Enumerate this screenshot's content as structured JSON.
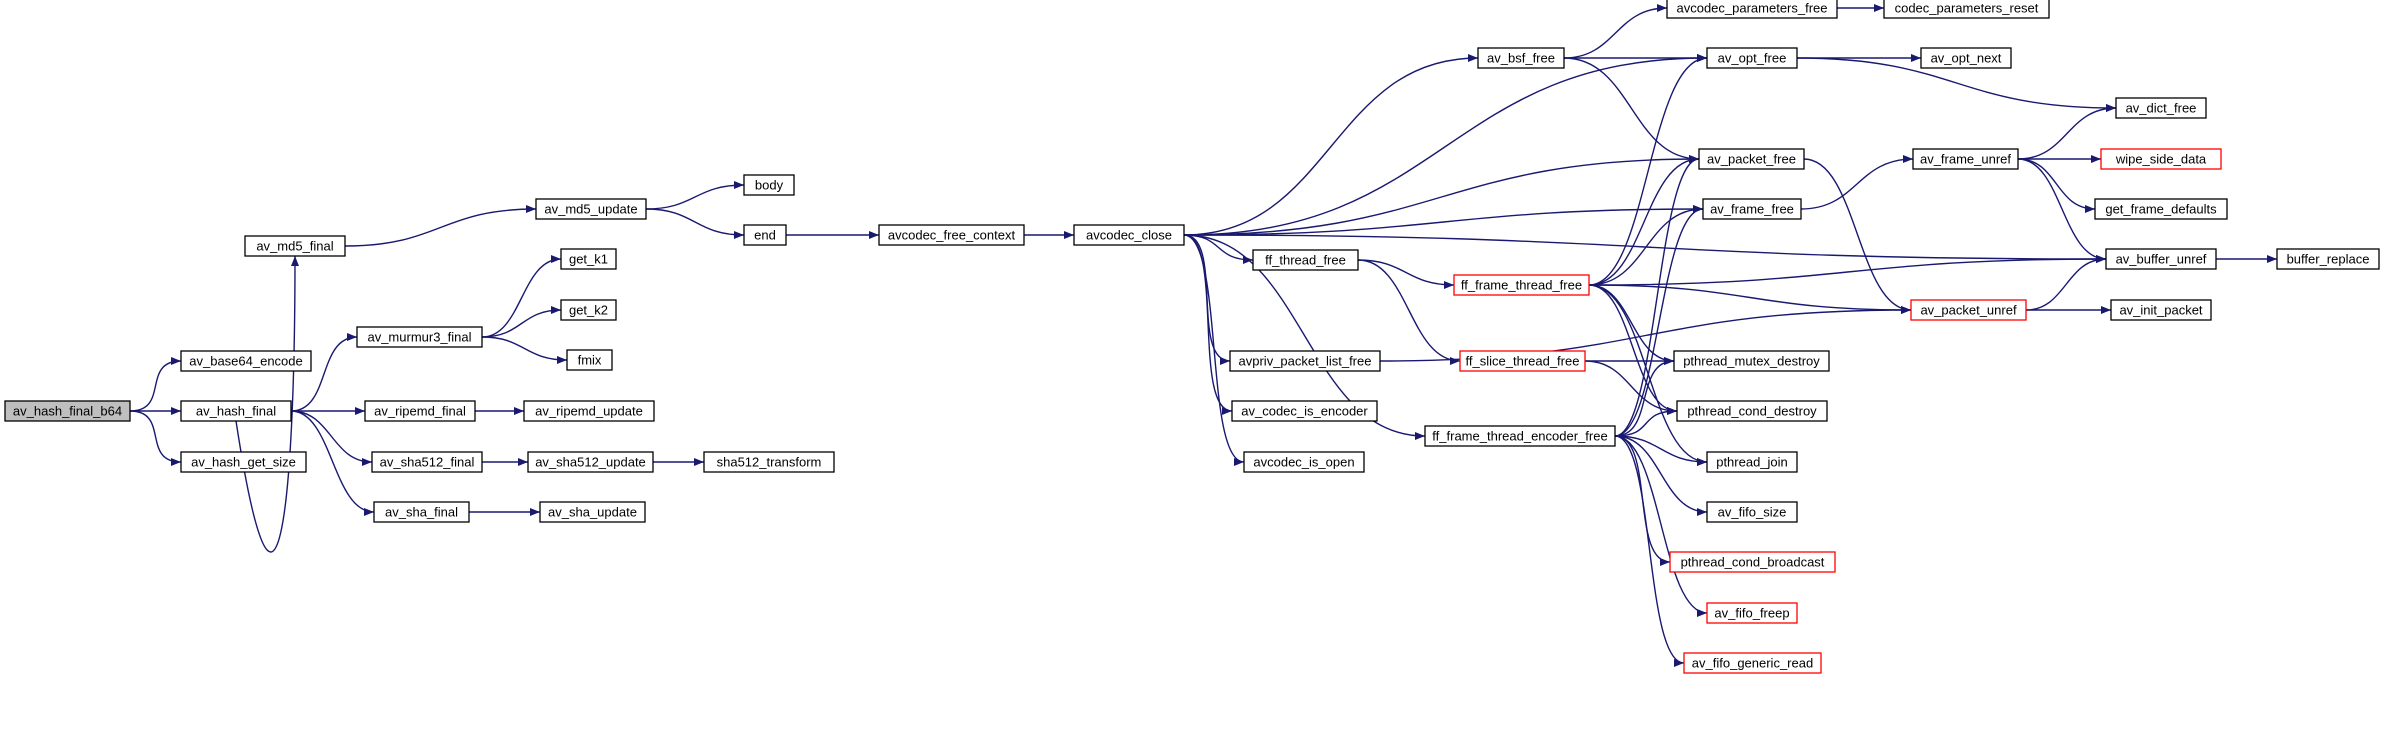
{
  "colors": {
    "edge": "#191970",
    "node_border": "#000000",
    "truncated_border": "#ff0000",
    "root_fill": "#bfbfbf",
    "node_fill": "#ffffff"
  },
  "nodes": {
    "av_hash_final_b64": {
      "label": "av_hash_final_b64",
      "root": true
    },
    "av_base64_encode": {
      "label": "av_base64_encode"
    },
    "av_hash_final": {
      "label": "av_hash_final"
    },
    "av_hash_get_size": {
      "label": "av_hash_get_size"
    },
    "av_md5_final": {
      "label": "av_md5_final"
    },
    "av_murmur3_final": {
      "label": "av_murmur3_final"
    },
    "av_ripemd_final": {
      "label": "av_ripemd_final"
    },
    "av_sha512_final": {
      "label": "av_sha512_final"
    },
    "av_sha_final": {
      "label": "av_sha_final"
    },
    "av_md5_update": {
      "label": "av_md5_update"
    },
    "body": {
      "label": "body"
    },
    "end": {
      "label": "end"
    },
    "get_k1": {
      "label": "get_k1"
    },
    "get_k2": {
      "label": "get_k2"
    },
    "fmix": {
      "label": "fmix"
    },
    "av_ripemd_update": {
      "label": "av_ripemd_update"
    },
    "av_sha512_update": {
      "label": "av_sha512_update"
    },
    "sha512_transform": {
      "label": "sha512_transform"
    },
    "av_sha_update": {
      "label": "av_sha_update"
    },
    "avcodec_free_context": {
      "label": "avcodec_free_context"
    },
    "avcodec_close": {
      "label": "avcodec_close"
    },
    "av_bsf_free": {
      "label": "av_bsf_free"
    },
    "ff_thread_free": {
      "label": "ff_thread_free"
    },
    "avpriv_packet_list_free": {
      "label": "avpriv_packet_list_free"
    },
    "av_codec_is_encoder": {
      "label": "av_codec_is_encoder"
    },
    "avcodec_is_open": {
      "label": "avcodec_is_open"
    },
    "ff_frame_thread_free": {
      "label": "ff_frame_thread_free",
      "truncated": true
    },
    "ff_slice_thread_free": {
      "label": "ff_slice_thread_free",
      "truncated": true
    },
    "ff_frame_thread_encoder_free": {
      "label": "ff_frame_thread_encoder_free"
    },
    "avcodec_parameters_free": {
      "label": "avcodec_parameters_free"
    },
    "codec_parameters_reset": {
      "label": "codec_parameters_reset"
    },
    "av_opt_free": {
      "label": "av_opt_free"
    },
    "av_opt_next": {
      "label": "av_opt_next"
    },
    "av_packet_free": {
      "label": "av_packet_free"
    },
    "av_frame_free": {
      "label": "av_frame_free"
    },
    "pthread_mutex_destroy": {
      "label": "pthread_mutex_destroy"
    },
    "pthread_cond_destroy": {
      "label": "pthread_cond_destroy"
    },
    "pthread_join": {
      "label": "pthread_join"
    },
    "av_fifo_size": {
      "label": "av_fifo_size"
    },
    "pthread_cond_broadcast": {
      "label": "pthread_cond_broadcast",
      "truncated": true
    },
    "av_fifo_freep": {
      "label": "av_fifo_freep",
      "truncated": true
    },
    "av_fifo_generic_read": {
      "label": "av_fifo_generic_read",
      "truncated": true
    },
    "av_frame_unref": {
      "label": "av_frame_unref"
    },
    "av_dict_free": {
      "label": "av_dict_free"
    },
    "wipe_side_data": {
      "label": "wipe_side_data",
      "truncated": true
    },
    "get_frame_defaults": {
      "label": "get_frame_defaults"
    },
    "av_buffer_unref": {
      "label": "av_buffer_unref"
    },
    "buffer_replace": {
      "label": "buffer_replace"
    },
    "av_packet_unref": {
      "label": "av_packet_unref",
      "truncated": true
    },
    "av_init_packet": {
      "label": "av_init_packet"
    }
  },
  "edges": [
    [
      "av_hash_final_b64",
      "av_base64_encode"
    ],
    [
      "av_hash_final_b64",
      "av_hash_final"
    ],
    [
      "av_hash_final_b64",
      "av_hash_get_size"
    ],
    [
      "av_hash_final",
      "av_md5_final"
    ],
    [
      "av_hash_final",
      "av_murmur3_final"
    ],
    [
      "av_hash_final",
      "av_ripemd_final"
    ],
    [
      "av_hash_final",
      "av_sha512_final"
    ],
    [
      "av_hash_final",
      "av_sha_final"
    ],
    [
      "av_md5_final",
      "av_md5_update"
    ],
    [
      "av_md5_update",
      "body"
    ],
    [
      "av_md5_update",
      "end"
    ],
    [
      "av_murmur3_final",
      "get_k1"
    ],
    [
      "av_murmur3_final",
      "get_k2"
    ],
    [
      "av_murmur3_final",
      "fmix"
    ],
    [
      "av_ripemd_final",
      "av_ripemd_update"
    ],
    [
      "av_sha512_final",
      "av_sha512_update"
    ],
    [
      "av_sha512_update",
      "sha512_transform"
    ],
    [
      "av_sha_final",
      "av_sha_update"
    ],
    [
      "end",
      "avcodec_free_context"
    ],
    [
      "avcodec_free_context",
      "avcodec_close"
    ],
    [
      "avcodec_close",
      "av_bsf_free"
    ],
    [
      "avcodec_close",
      "av_opt_free"
    ],
    [
      "avcodec_close",
      "av_packet_free"
    ],
    [
      "avcodec_close",
      "av_frame_free"
    ],
    [
      "avcodec_close",
      "av_buffer_unref"
    ],
    [
      "avcodec_close",
      "ff_thread_free"
    ],
    [
      "avcodec_close",
      "avpriv_packet_list_free"
    ],
    [
      "avcodec_close",
      "av_codec_is_encoder"
    ],
    [
      "avcodec_close",
      "avcodec_is_open"
    ],
    [
      "avcodec_close",
      "ff_frame_thread_encoder_free"
    ],
    [
      "av_bsf_free",
      "avcodec_parameters_free"
    ],
    [
      "av_bsf_free",
      "av_opt_free"
    ],
    [
      "av_bsf_free",
      "av_packet_free"
    ],
    [
      "avcodec_parameters_free",
      "codec_parameters_reset"
    ],
    [
      "av_opt_free",
      "av_opt_next"
    ],
    [
      "av_opt_free",
      "av_dict_free"
    ],
    [
      "ff_thread_free",
      "ff_frame_thread_free"
    ],
    [
      "ff_thread_free",
      "ff_slice_thread_free"
    ],
    [
      "ff_frame_thread_free",
      "av_opt_free"
    ],
    [
      "ff_frame_thread_free",
      "av_packet_free"
    ],
    [
      "ff_frame_thread_free",
      "av_frame_free"
    ],
    [
      "ff_frame_thread_free",
      "av_buffer_unref"
    ],
    [
      "ff_frame_thread_free",
      "av_packet_unref"
    ],
    [
      "ff_frame_thread_free",
      "pthread_mutex_destroy"
    ],
    [
      "ff_frame_thread_free",
      "pthread_cond_destroy"
    ],
    [
      "ff_frame_thread_free",
      "pthread_join"
    ],
    [
      "ff_slice_thread_free",
      "pthread_mutex_destroy"
    ],
    [
      "ff_slice_thread_free",
      "pthread_cond_destroy"
    ],
    [
      "ff_frame_thread_encoder_free",
      "av_packet_free"
    ],
    [
      "ff_frame_thread_encoder_free",
      "av_frame_free"
    ],
    [
      "ff_frame_thread_encoder_free",
      "pthread_mutex_destroy"
    ],
    [
      "ff_frame_thread_encoder_free",
      "pthread_cond_destroy"
    ],
    [
      "ff_frame_thread_encoder_free",
      "pthread_join"
    ],
    [
      "ff_frame_thread_encoder_free",
      "av_fifo_size"
    ],
    [
      "ff_frame_thread_encoder_free",
      "pthread_cond_broadcast"
    ],
    [
      "ff_frame_thread_encoder_free",
      "av_fifo_freep"
    ],
    [
      "ff_frame_thread_encoder_free",
      "av_fifo_generic_read"
    ],
    [
      "avpriv_packet_list_free",
      "av_packet_unref"
    ],
    [
      "av_packet_free",
      "av_packet_unref"
    ],
    [
      "av_frame_free",
      "av_frame_unref"
    ],
    [
      "av_frame_unref",
      "av_dict_free"
    ],
    [
      "av_frame_unref",
      "wipe_side_data"
    ],
    [
      "av_frame_unref",
      "get_frame_defaults"
    ],
    [
      "av_frame_unref",
      "av_buffer_unref"
    ],
    [
      "av_packet_unref",
      "av_buffer_unref"
    ],
    [
      "av_packet_unref",
      "av_init_packet"
    ],
    [
      "av_buffer_unref",
      "buffer_replace"
    ]
  ]
}
